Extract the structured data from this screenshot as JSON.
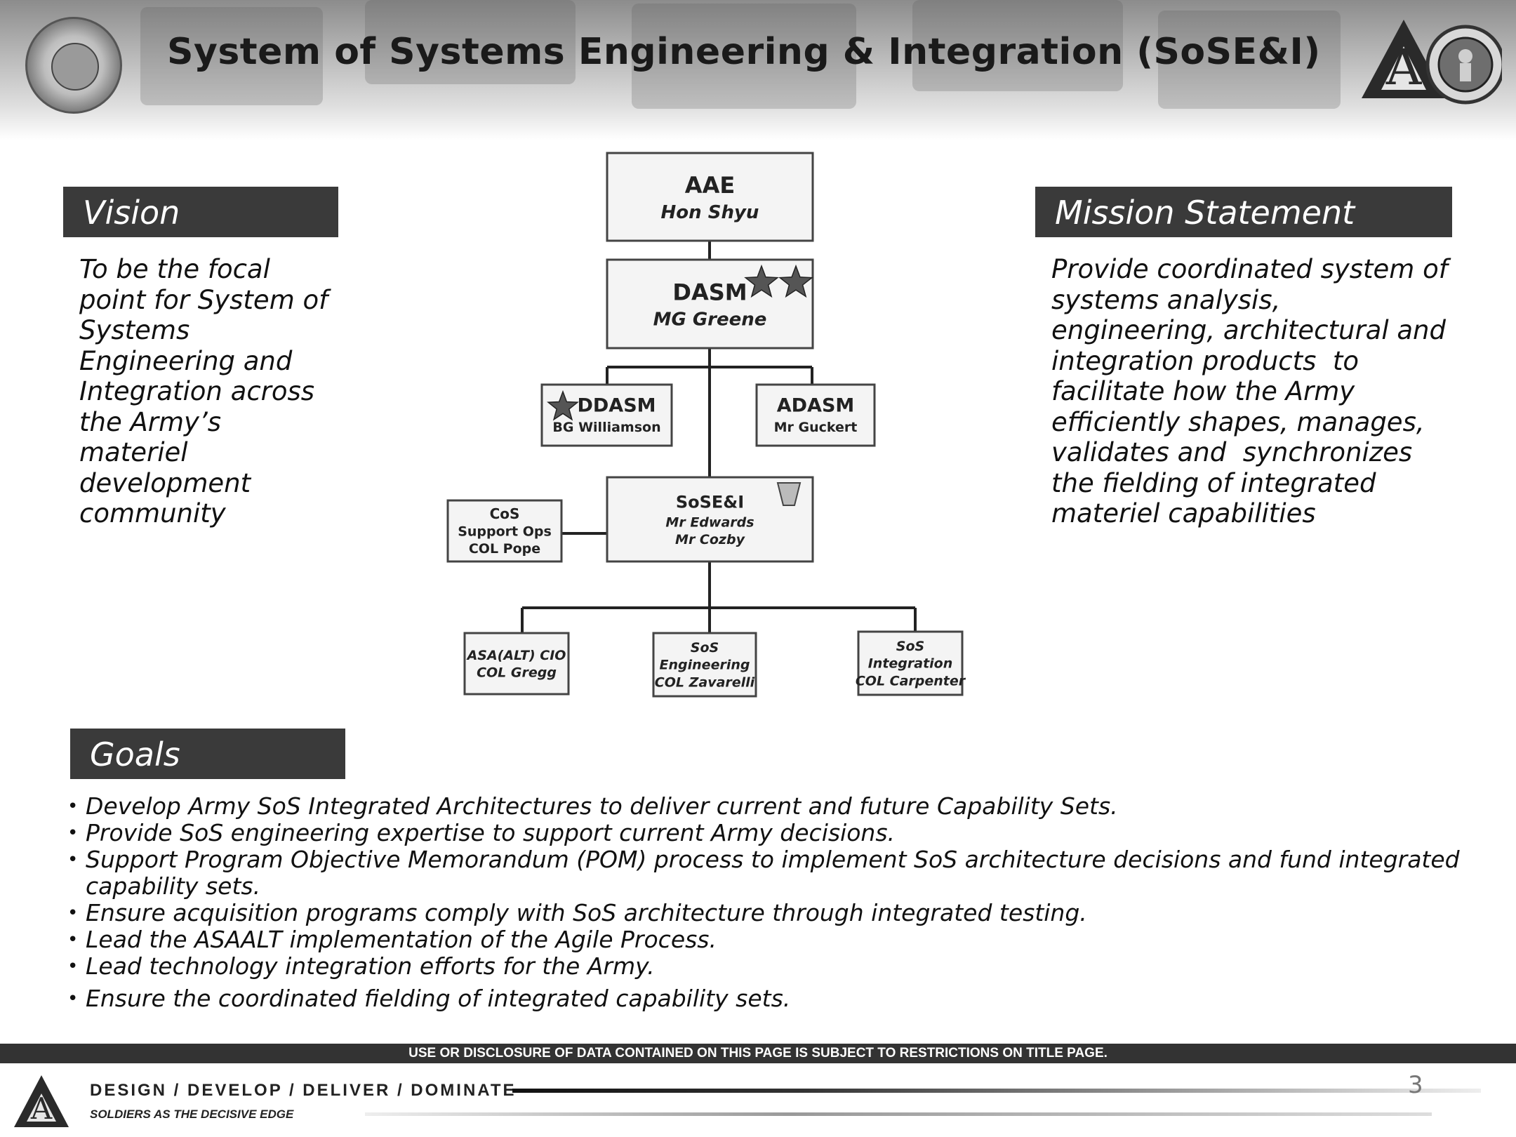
{
  "header": {
    "title": "System of Systems Engineering & Integration (SoSE&I)"
  },
  "vision": {
    "heading": "Vision",
    "lines": [
      "To be the focal",
      "point for System of",
      "Systems",
      "Engineering and",
      "Integration across",
      "the Army’s",
      "materiel",
      "development",
      "community"
    ]
  },
  "mission": {
    "heading": "Mission Statement",
    "lines": [
      "Provide coordinated system of",
      "systems analysis,",
      "engineering, architectural and",
      "integration products  to",
      "facilitate how the Army",
      "efficiently shapes, manages,",
      "validates and  synchronizes",
      "the fielding of integrated",
      "materiel capabilities"
    ]
  },
  "org_chart": {
    "boxes": [
      {
        "id": "aae",
        "title": "AAE",
        "lines": [
          "Hon Shyu"
        ],
        "stars": 0
      },
      {
        "id": "dasm",
        "title": "DASM",
        "lines": [
          "MG Greene"
        ],
        "stars": 2
      },
      {
        "id": "ddasm",
        "title": "DDASM",
        "lines": [
          "BG Williamson"
        ],
        "stars": 1
      },
      {
        "id": "adasm",
        "title": "ADASM",
        "lines": [
          "Mr Guckert"
        ],
        "stars": 0
      },
      {
        "id": "sosei",
        "title": "SoSE&I",
        "lines": [
          "Mr Edwards",
          "Mr Cozby"
        ],
        "stars": 0
      },
      {
        "id": "cos",
        "title": "CoS",
        "lines": [
          "Support Ops",
          "COL Pope"
        ],
        "stars": 0
      },
      {
        "id": "asa",
        "title": "",
        "lines": [
          "ASA(ALT) CIO",
          "COL Gregg"
        ],
        "stars": 0
      },
      {
        "id": "soseng",
        "title": "",
        "lines": [
          "SoS",
          "Engineering",
          "COL Zavarelli"
        ],
        "stars": 0
      },
      {
        "id": "sosint",
        "title": "",
        "lines": [
          "SoS",
          "Integration",
          "COL Carpenter"
        ],
        "stars": 0
      }
    ],
    "edges": [
      [
        "aae",
        "dasm"
      ],
      [
        "dasm",
        "ddasm"
      ],
      [
        "dasm",
        "adasm"
      ],
      [
        "dasm",
        "sosei"
      ],
      [
        "cos",
        "sosei"
      ],
      [
        "sosei",
        "asa"
      ],
      [
        "sosei",
        "soseng"
      ],
      [
        "sosei",
        "sosint"
      ]
    ]
  },
  "goals": {
    "heading": "Goals",
    "items": [
      "Develop Army SoS Integrated Architectures to deliver current and future Capability Sets.",
      "Provide SoS engineering expertise to support current Army decisions.",
      "Support Program Objective Memorandum (POM) process to implement SoS architecture decisions and fund integrated capability sets.",
      "Ensure acquisition programs comply with SoS architecture through integrated testing.",
      "Lead the ASAALT implementation of the Agile Process.",
      "Lead technology integration efforts for the Army.",
      "Ensure the coordinated fielding of integrated capability sets."
    ]
  },
  "footer": {
    "restriction": "USE OR DISCLOSURE OF DATA CONTAINED ON THIS PAGE IS SUBJECT TO RESTRICTIONS ON TITLE PAGE.",
    "tagline": "DESIGN / DEVELOP / DELIVER / DOMINATE",
    "subtagline": "SOLDIERS AS THE DECISIVE EDGE",
    "page_number": "3"
  },
  "colors": {
    "banner": "#3a3a3a",
    "box_border": "#444444",
    "box_fill": "#f4f4f4"
  }
}
